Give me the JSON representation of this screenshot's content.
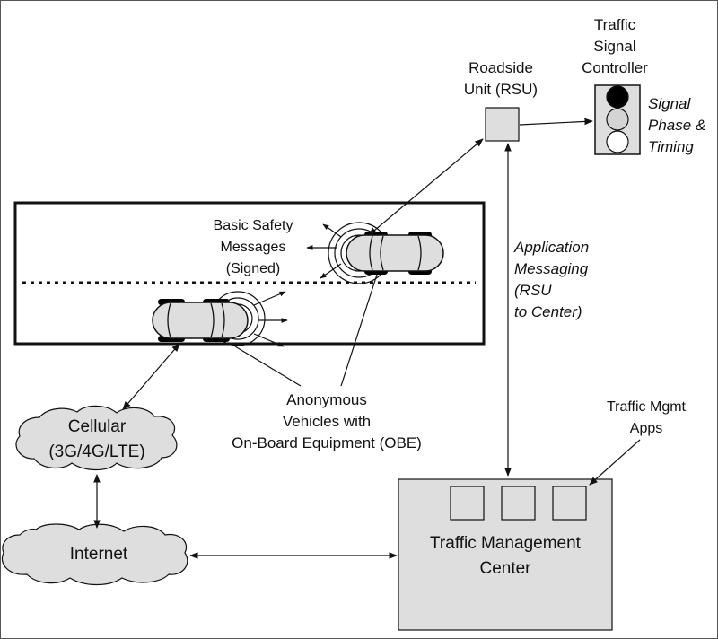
{
  "labels": {
    "traffic_signal_controller": [
      "Traffic",
      "Signal",
      "Controller"
    ],
    "rsu": [
      "Roadside",
      "Unit (RSU)"
    ],
    "signal_phase": [
      "Signal",
      "Phase &",
      "Timing"
    ],
    "basic_safety": [
      "Basic Safety",
      "Messages",
      "(Signed)"
    ],
    "app_messaging": [
      "Application",
      "Messaging",
      "(RSU",
      "to Center)"
    ],
    "anonymous_vehicles": [
      "Anonymous",
      "Vehicles with",
      "On-Board Equipment (OBE)"
    ],
    "cellular": [
      "Cellular",
      "(3G/4G/LTE)"
    ],
    "traffic_mgmt_apps": [
      "Traffic Mgmt",
      "Apps"
    ],
    "internet": "Internet",
    "tmc": [
      "Traffic Management",
      "Center"
    ]
  },
  "colors": {
    "box_fill": "#dedede",
    "stroke": "#111111",
    "signal_red": "#000000",
    "signal_amber": "#d4d4d4",
    "signal_green": "#ffffff"
  }
}
